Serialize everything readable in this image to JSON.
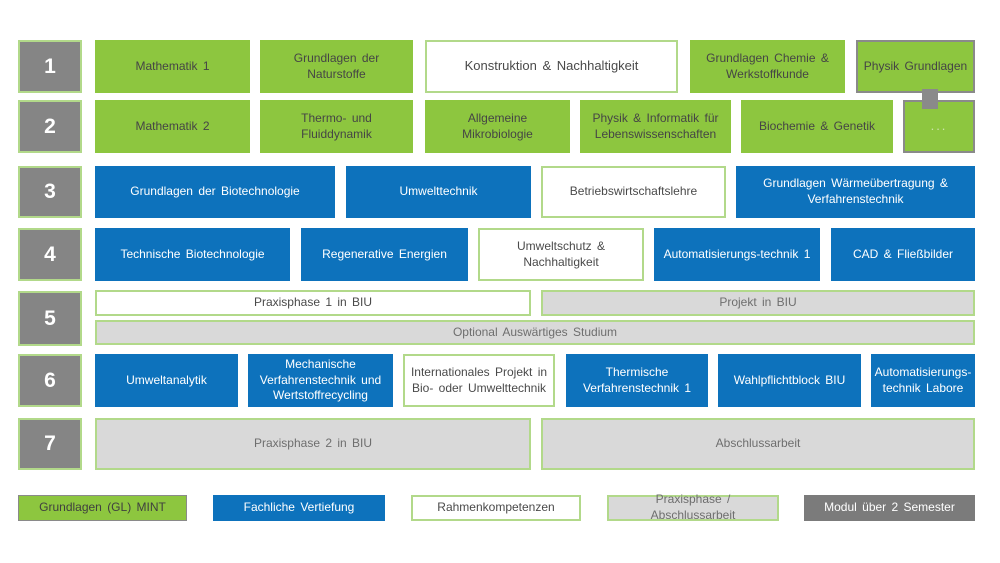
{
  "semesters": [
    {
      "number": "1",
      "modules": [
        {
          "label": "Mathematik 1",
          "type": "grundlagen"
        },
        {
          "label": "Grundlagen der Naturstoffe",
          "type": "grundlagen"
        },
        {
          "label": "Konstruktion & Nachhaltigkeit",
          "type": "rahmenkompetenz"
        },
        {
          "label": "Grundlagen Chemie & Werkstoffkunde",
          "type": "grundlagen"
        },
        {
          "label": "Physik Grundlagen",
          "type": "grundlagen-2-semester"
        }
      ]
    },
    {
      "number": "2",
      "modules": [
        {
          "label": "Mathematik 2",
          "type": "grundlagen"
        },
        {
          "label": "Thermo- und Fluiddynamik",
          "type": "grundlagen"
        },
        {
          "label": "Allgemeine Mikrobiologie",
          "type": "grundlagen"
        },
        {
          "label": "Physik & Informatik für Lebenswissenschaften",
          "type": "grundlagen"
        },
        {
          "label": "Biochemie & Genetik",
          "type": "grundlagen"
        },
        {
          "label": "...",
          "type": "grundlagen-2-semester"
        }
      ]
    },
    {
      "number": "3",
      "modules": [
        {
          "label": "Grundlagen der Biotechnologie",
          "type": "vertiefung"
        },
        {
          "label": "Umwelttechnik",
          "type": "vertiefung"
        },
        {
          "label": "Betriebswirtschaftslehre",
          "type": "rahmenkompetenz"
        },
        {
          "label": "Grundlagen Wärmeübertragung & Verfahrenstechnik",
          "type": "vertiefung"
        }
      ]
    },
    {
      "number": "4",
      "modules": [
        {
          "label": "Technische Biotechnologie",
          "type": "vertiefung"
        },
        {
          "label": "Regenerative Energien",
          "type": "vertiefung"
        },
        {
          "label": "Umweltschutz & Nachhaltigkeit",
          "type": "rahmenkompetenz"
        },
        {
          "label": "Automatisierungs-technik 1",
          "type": "vertiefung"
        },
        {
          "label": "CAD & Fließbilder",
          "type": "vertiefung"
        }
      ]
    },
    {
      "number": "5",
      "modules": [
        {
          "label": "Praxisphase 1 in BIU",
          "type": "rahmenkompetenz"
        },
        {
          "label": "Projekt in BIU",
          "type": "praxisphase"
        },
        {
          "label": "Optional Auswärtiges Studium",
          "type": "praxisphase"
        }
      ]
    },
    {
      "number": "6",
      "modules": [
        {
          "label": "Umweltanalytik",
          "type": "vertiefung"
        },
        {
          "label": "Mechanische Verfahrenstechnik und Wertstoffrecycling",
          "type": "vertiefung"
        },
        {
          "label": "Internationales Projekt in Bio- oder Umwelttechnik",
          "type": "rahmenkompetenz"
        },
        {
          "label": "Thermische Verfahrenstechnik 1",
          "type": "vertiefung"
        },
        {
          "label": "Wahlpflichtblock BIU",
          "type": "vertiefung"
        },
        {
          "label": "Automatisierungs-technik Labore",
          "type": "vertiefung"
        }
      ]
    },
    {
      "number": "7",
      "modules": [
        {
          "label": "Praxisphase 2 in BIU",
          "type": "praxisphase"
        },
        {
          "label": "Abschlussarbeit",
          "type": "praxisphase"
        }
      ]
    }
  ],
  "legend": [
    {
      "label": "Grundlagen (GL) MINT",
      "type": "grundlagen"
    },
    {
      "label": "Fachliche Vertiefung",
      "type": "vertiefung"
    },
    {
      "label": "Rahmenkompetenzen",
      "type": "rahmenkompetenz"
    },
    {
      "label": "Praxisphase / Abschlussarbeit",
      "type": "praxisphase"
    },
    {
      "label": "Modul über 2 Semester",
      "type": "2-semester"
    }
  ],
  "colors": {
    "grundlagen_green": "#8dc63f",
    "vertiefung_blue": "#0d72bc",
    "rahmen_border_light_green": "#b2d98a",
    "praxisphase_gray": "#d9d9d9",
    "semester_number_gray": "#858585",
    "two_semester_gray": "#7b7b7b",
    "dark_text": "#454545",
    "gray_text": "#6e6e6e"
  }
}
